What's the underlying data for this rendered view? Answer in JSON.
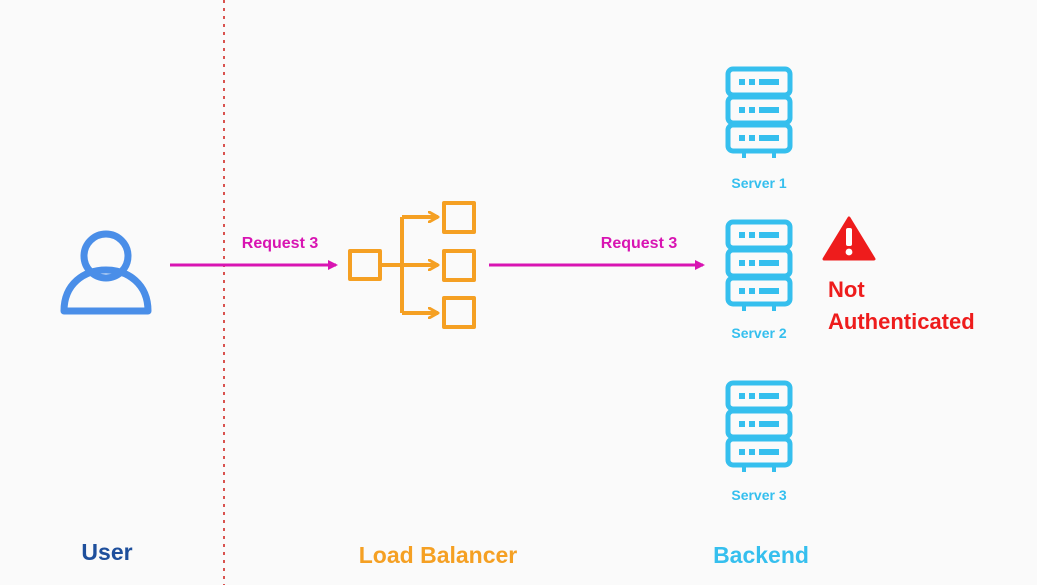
{
  "columns": {
    "user": "User",
    "load_balancer": "Load Balancer",
    "backend": "Backend"
  },
  "arrows": {
    "to_load_balancer": "Request 3",
    "to_server": "Request 3"
  },
  "servers": [
    {
      "label": "Server 1"
    },
    {
      "label": "Server 2"
    },
    {
      "label": "Server 3"
    }
  ],
  "warning": {
    "icon": "warning-triangle-icon",
    "line1": "Not",
    "line2": "Authenticated"
  },
  "colors": {
    "background": "#fafafa",
    "user": "#4a8ee8",
    "user_label": "#1e4f9c",
    "load_balancer": "#f5a023",
    "server": "#35bfee",
    "arrow": "#d814b2",
    "warning": "#ee1c1c",
    "divider": "#d9534f"
  }
}
